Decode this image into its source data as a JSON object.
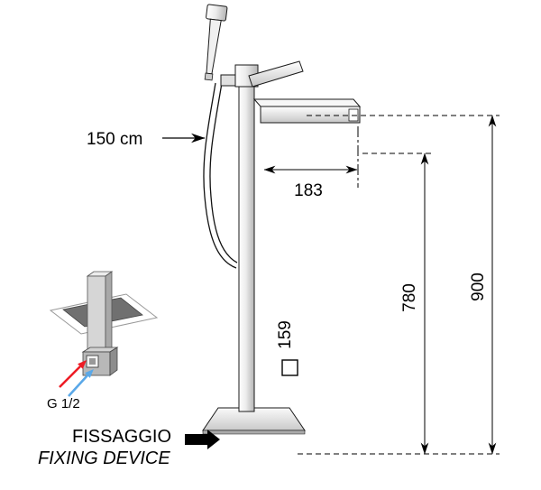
{
  "diagram": {
    "type": "technical-dimension-drawing",
    "subject": "freestanding floor-mounted bath mixer with hand shower",
    "labels": {
      "hose_length": "150 cm",
      "spout_reach": "183",
      "square_marker": "159",
      "spout_height": "780",
      "total_height": "900",
      "connection": "G 1/2",
      "fixing_it": "FISSAGGIO",
      "fixing_en": "FIXING DEVICE"
    },
    "colors": {
      "line": "#000000",
      "hot_water": "#ee1c25",
      "cold_water": "#5aa8e8",
      "metal_light": "#f4f4f4",
      "metal_mid": "#d9d9d9",
      "metal_dark": "#9f9f9f"
    }
  }
}
